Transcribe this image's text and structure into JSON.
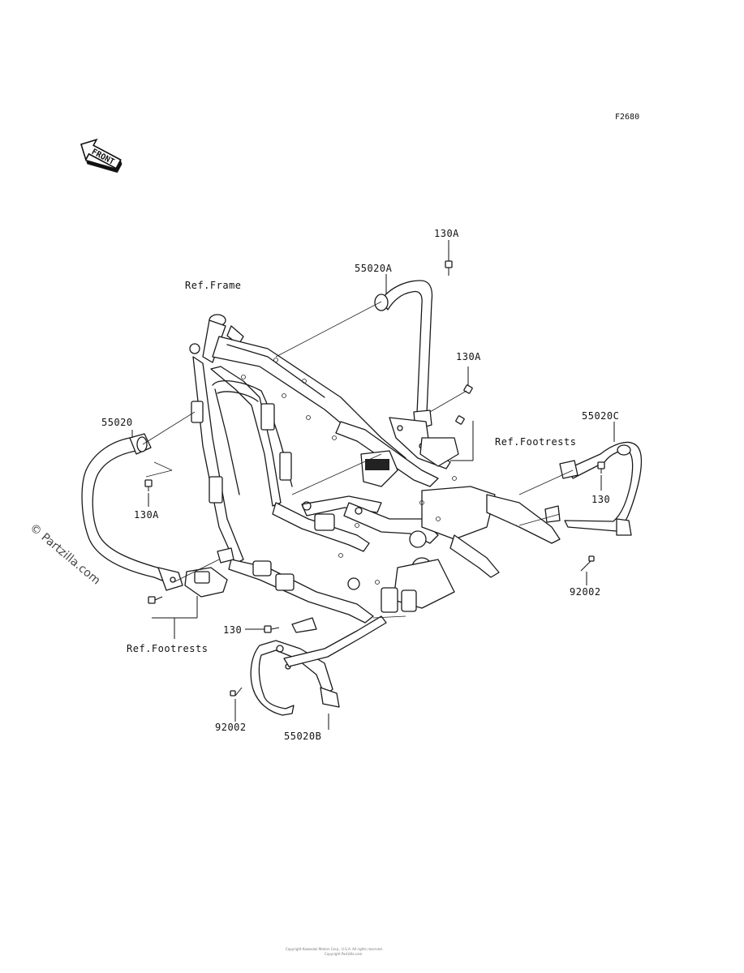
{
  "figure_code": "F2680",
  "front_text": "FRONT",
  "watermark": "© Partzilla.com",
  "labels": {
    "bolt_top": "130A",
    "bar_top": "55020A",
    "ref_frame": "Ref.Frame",
    "bolt_mid": "130A",
    "bar_left": "55020",
    "bar_right": "55020C",
    "ref_footrests_right": "Ref.Footrests",
    "bolt_right": "130",
    "bolt_left": "130A",
    "pin_right": "92002",
    "bolt_lower": "130",
    "ref_footrests_left": "Ref.Footrests",
    "pin_left": "92002",
    "bar_bottom": "55020B"
  },
  "footer_line1": "Copyright Kawasaki Motors Corp., U.S.A. All rights reserved.",
  "footer_line2": "Copyright Partzilla.com"
}
